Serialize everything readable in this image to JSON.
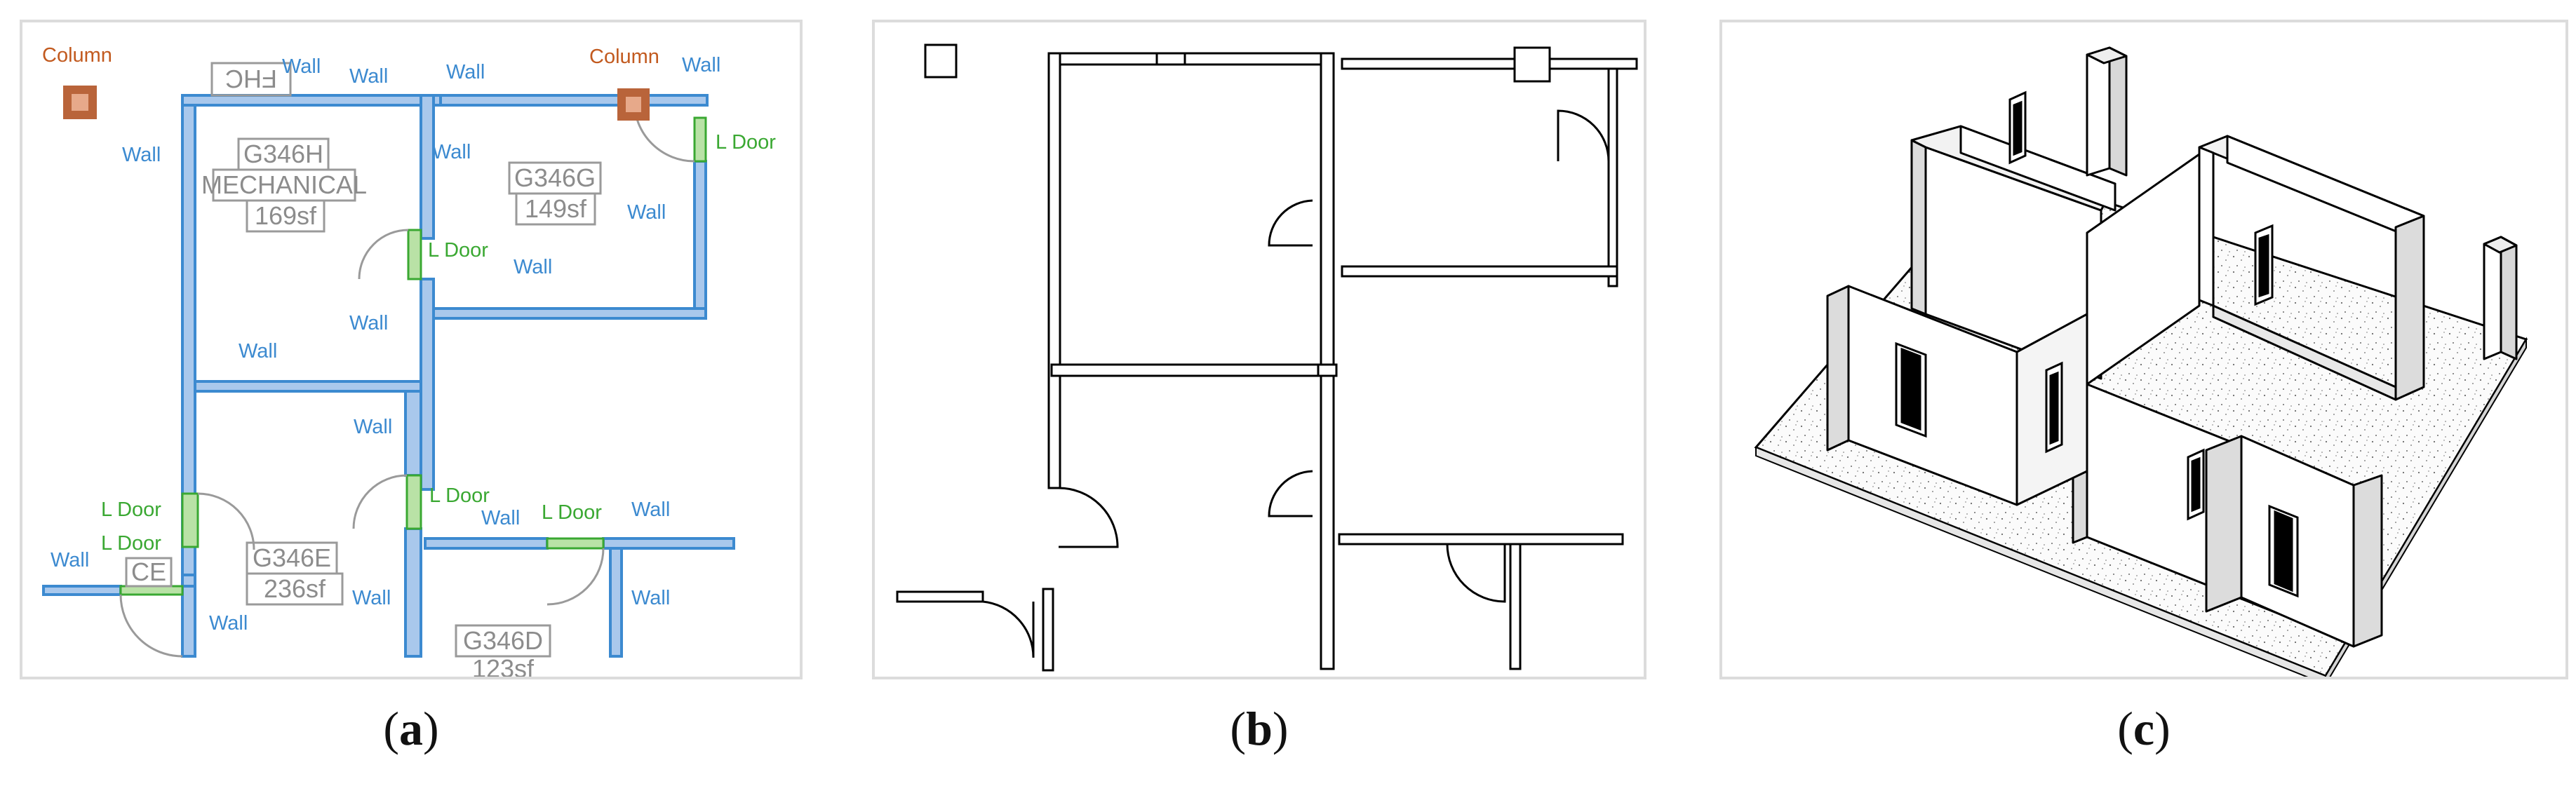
{
  "captions": {
    "a": "a",
    "b": "b",
    "c": "c"
  },
  "legend": {
    "wall": "Wall",
    "door": "L Door",
    "column": "Column"
  },
  "rooms": {
    "mech_id": "G346H",
    "mech_name": "MECHANICAL",
    "mech_area": "169sf",
    "g_id": "G346G",
    "g_area": "149sf",
    "e_id": "G346E",
    "e_area": "236sf",
    "d_id": "G346D",
    "d_area": "123sf",
    "ce": "CE",
    "fhc": "FHC"
  },
  "colors": {
    "wall": "#3c8ad0",
    "wall_fill": "#a9c8ec",
    "door": "#3aa832",
    "door_fill": "#b9e2a6",
    "column": "#b9643a",
    "column_inner": "#e7a98a",
    "tag": "#8c8c8c"
  }
}
